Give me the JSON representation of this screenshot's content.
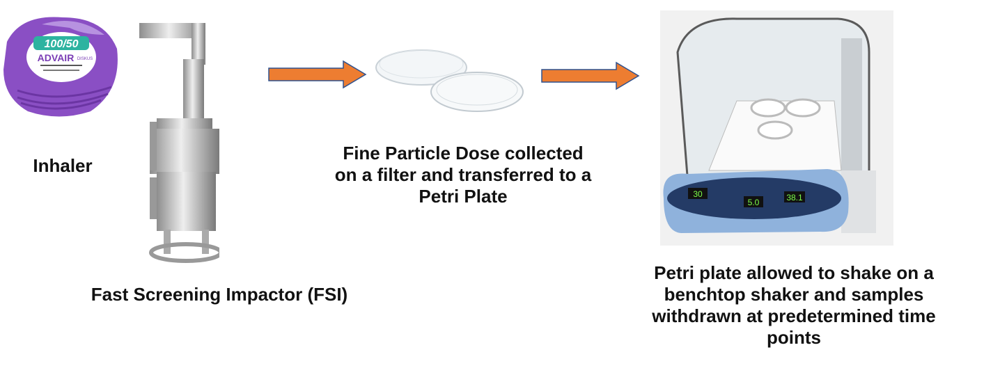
{
  "steps": {
    "inhaler": {
      "label": "Inhaler",
      "device_strength": "100/50",
      "device_brand": "ADVAIR",
      "device_sub": "DISKUS"
    },
    "impactor": {
      "label": "Fast Screening Impactor (FSI)"
    },
    "petri": {
      "label_lines": [
        "Fine Particle Dose collected",
        "on a filter and transferred to a",
        "Petri Plate"
      ]
    },
    "shaker": {
      "label_lines": [
        "Petri plate allowed to shake on a",
        "benchtop shaker and samples",
        "withdrawn at predetermined time",
        "points"
      ],
      "displays": [
        "30",
        "5.0",
        "38.1"
      ]
    }
  },
  "colors": {
    "arrow": "#ED7D31",
    "arrow_border": "#2F528F",
    "inhaler": "#8a4fc4",
    "shaker_panel": "#8fb2dc"
  }
}
